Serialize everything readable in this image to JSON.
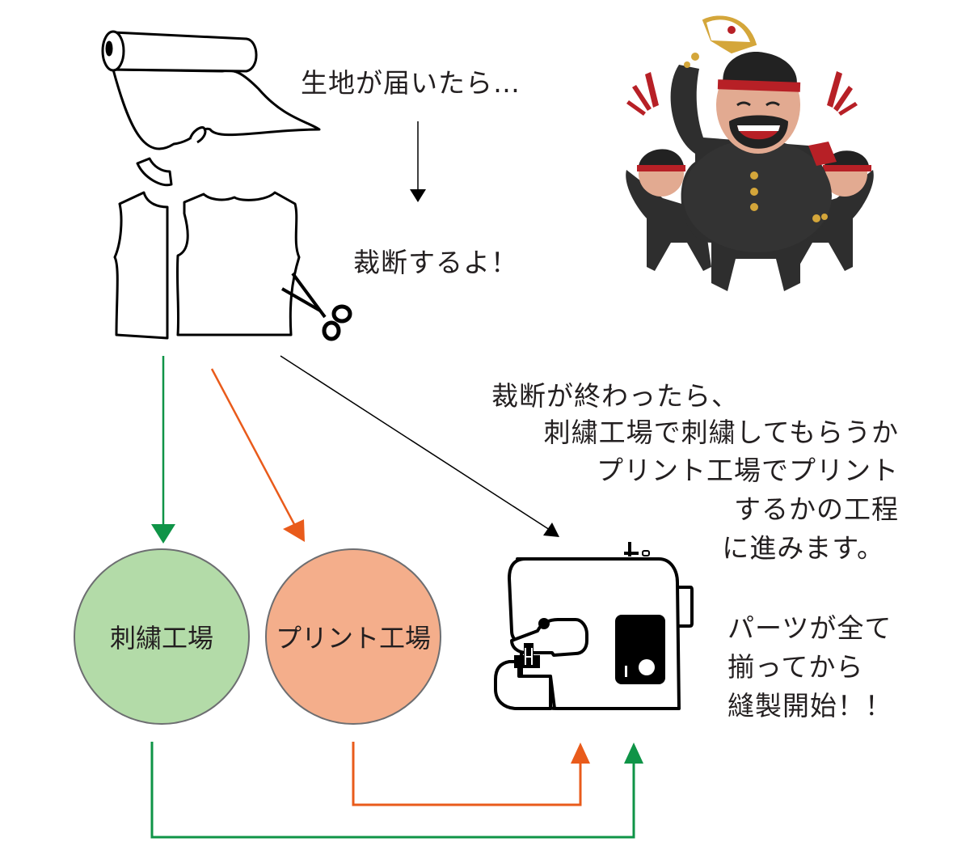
{
  "steps": {
    "fabric_arrives": "生地が届いたら…",
    "cutting": "裁断するよ！"
  },
  "description": {
    "lines": [
      "裁断が終わったら、",
      "刺繍工場で刺繍してもらうか",
      "プリント工場でプリント",
      "するかの工程",
      "に進みます。"
    ]
  },
  "assembly_note": {
    "lines": [
      "パーツが全て",
      "揃ってから",
      "縫製開始！！"
    ]
  },
  "factories": [
    {
      "label": "刺繍工場",
      "color": "#b3dba8"
    },
    {
      "label": "プリント工場",
      "color": "#f4ae8b"
    }
  ],
  "colors": {
    "embroidery_flow": "#0f9447",
    "print_flow": "#e95b1b",
    "direct_flow": "#000000",
    "outline": "#6d6e71"
  },
  "icons": {
    "fabric_roll": "fabric-roll-icon",
    "garment_pattern": "garment-pattern-icon",
    "scissors": "scissors-icon",
    "sewing_machine": "sewing-machine-icon",
    "mascot": "cheering-characters-illustration"
  }
}
